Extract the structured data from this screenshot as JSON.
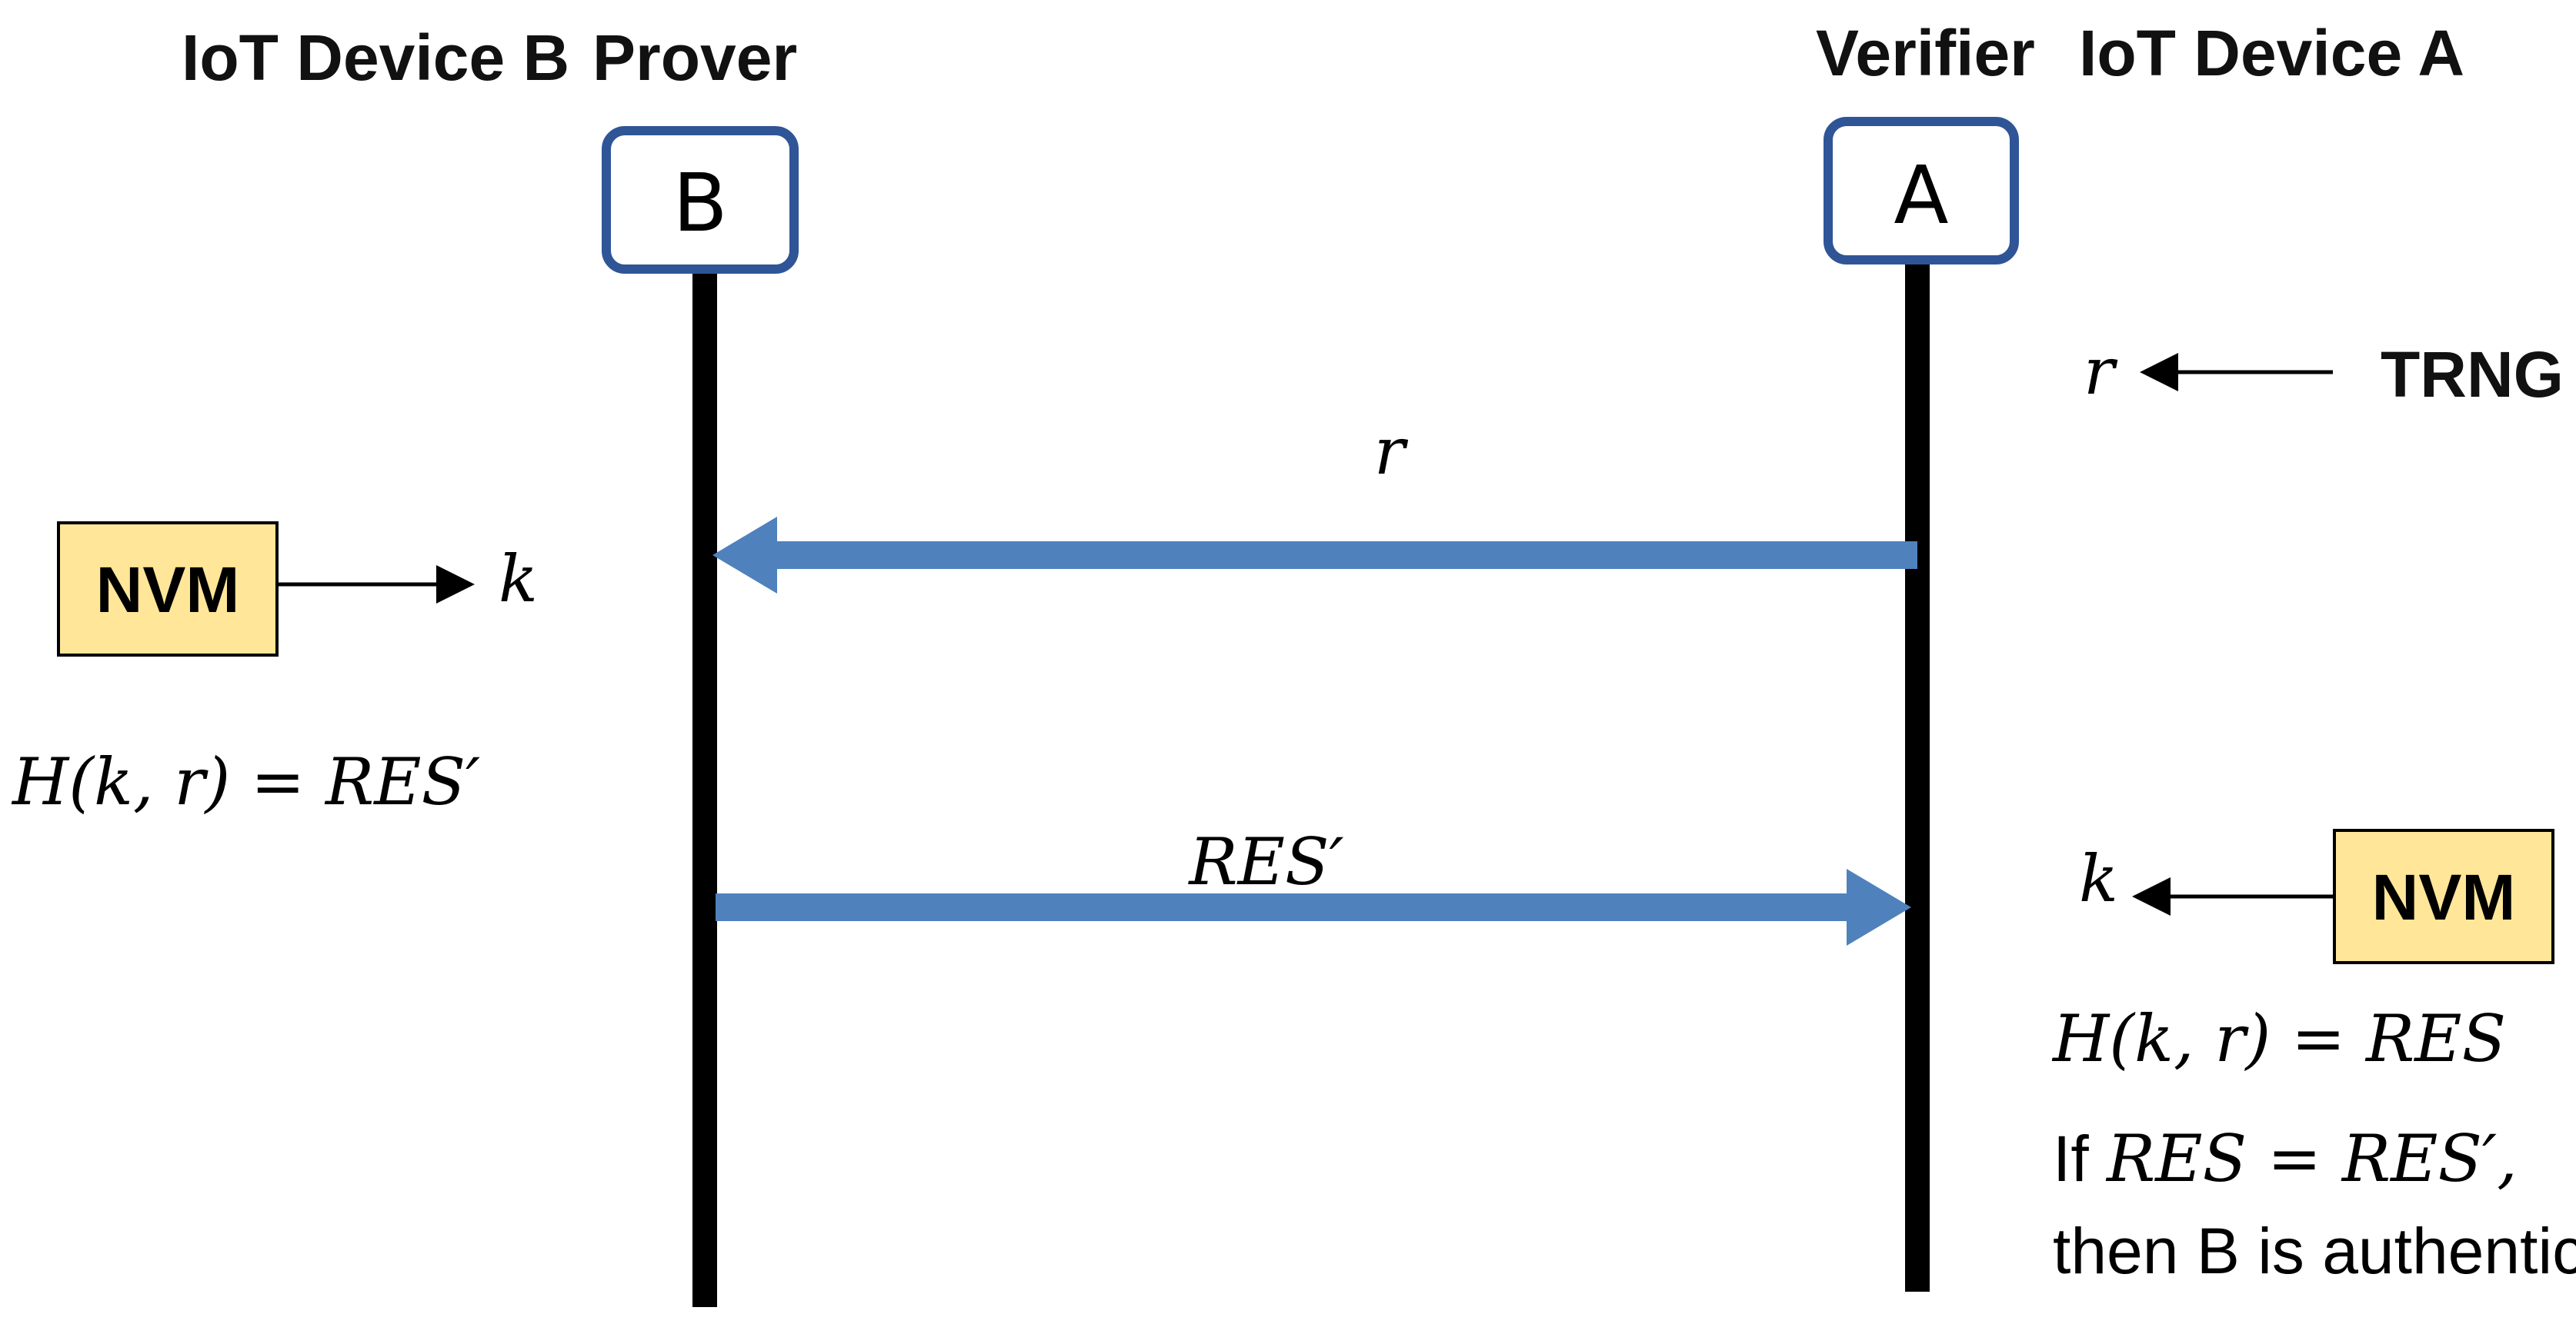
{
  "headers": {
    "device_b": "IoT Device B",
    "prover": "Prover",
    "verifier": "Verifier",
    "device_a": "IoT Device A"
  },
  "nodes": {
    "b_label": "B",
    "a_label": "A"
  },
  "left": {
    "nvm": "NVM",
    "key": "k",
    "hash_eq": "H(k, r) = RES′"
  },
  "right": {
    "nonce": "r",
    "trng": "TRNG",
    "key": "k",
    "nvm": "NVM",
    "hash_eq": "H(k, r) = RES",
    "if_prefix": "If ",
    "if_cond": "RES = RES′,",
    "conclusion": "then B is authentic"
  },
  "messages": {
    "challenge": "r",
    "response": "RES′"
  },
  "colors": {
    "node_border": "#2f5597",
    "message_arrow": "#4f81bd",
    "nvm_fill": "#ffe699",
    "lifeline": "#000000"
  }
}
